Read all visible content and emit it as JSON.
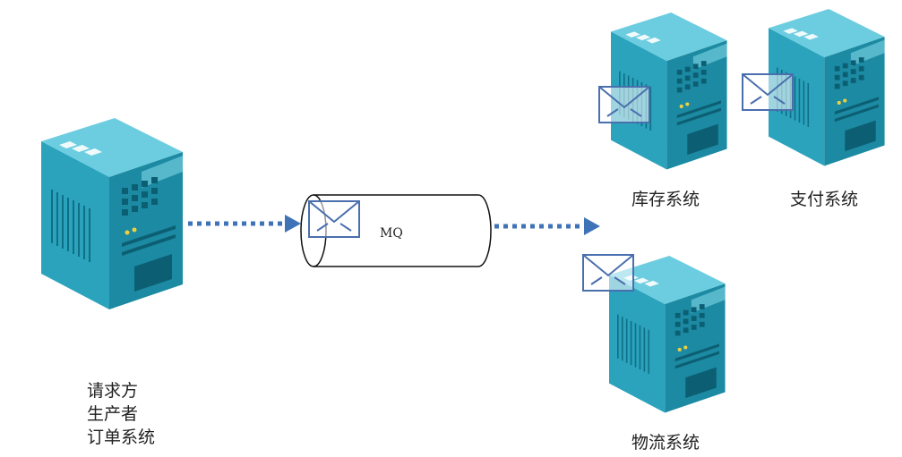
{
  "queue": {
    "label": "MQ"
  },
  "producer": {
    "lines": [
      "请求方",
      "生产者",
      "订单系统"
    ]
  },
  "consumers": {
    "inventory": {
      "label": "库存系统"
    },
    "payment": {
      "label": "支付系统"
    },
    "logistics": {
      "label": "物流系统"
    }
  },
  "colors": {
    "server_front": "#2ba3bd",
    "server_side": "#1c8aa2",
    "server_top": "#6dcde0",
    "server_window": "#0c5f73",
    "arrow": "#3f73b8",
    "envelope": "#4a6fae",
    "pipe_stroke": "#111111"
  }
}
